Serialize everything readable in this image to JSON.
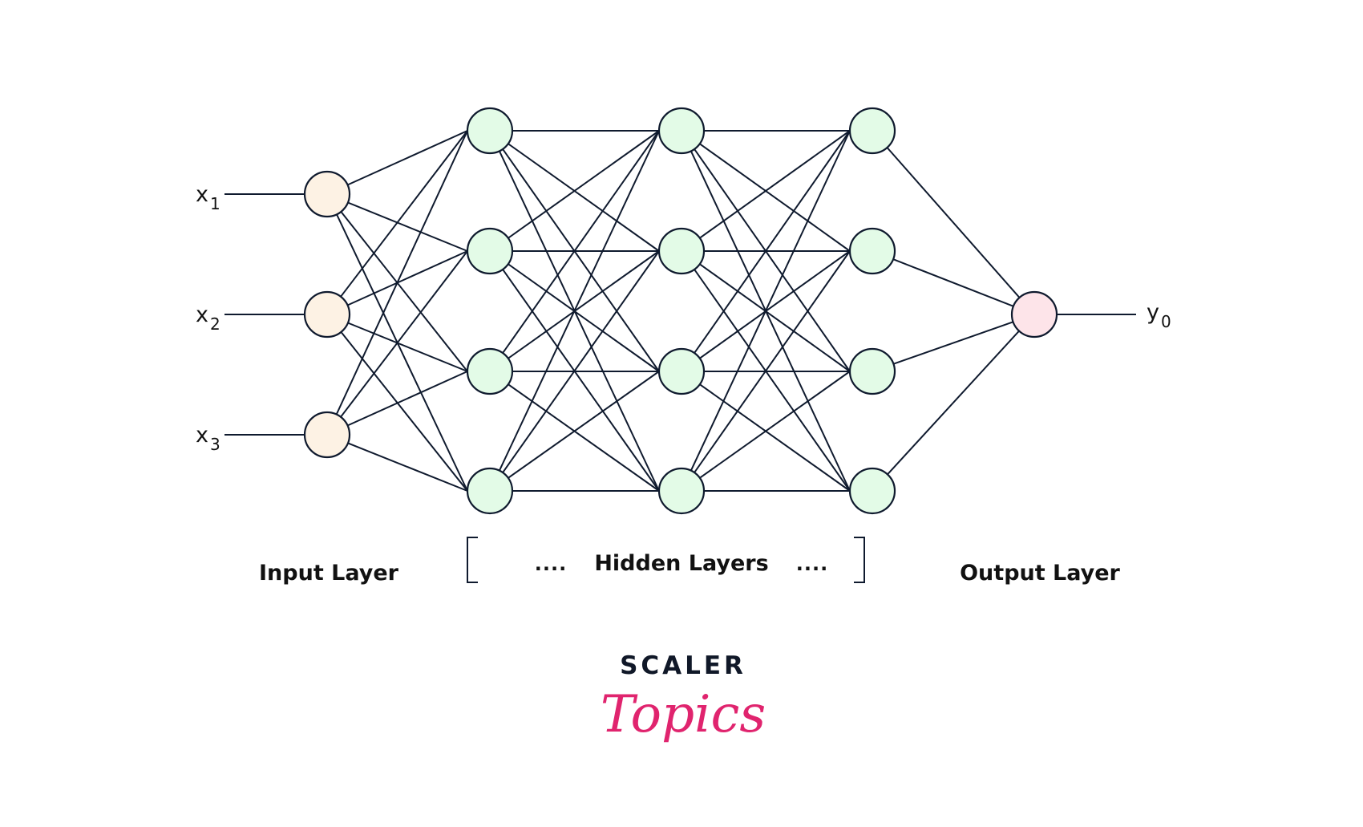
{
  "title": "Neural network architecture diagram",
  "colors": {
    "stroke": "#0f1a2e",
    "input_fill": "#fdf2e4",
    "hidden_fill": "#e3fbe7",
    "output_fill": "#fde4e9",
    "logo_dark": "#101828",
    "logo_pink": "#e0246e"
  },
  "network": {
    "input_nodes": 3,
    "hidden_layers_shown": 3,
    "hidden_nodes_per_layer": 4,
    "output_nodes": 1,
    "connectivity": "fully-connected"
  },
  "inputs": [
    {
      "base": "x",
      "sub": "1"
    },
    {
      "base": "x",
      "sub": "2"
    },
    {
      "base": "x",
      "sub": "3"
    }
  ],
  "output": {
    "base": "y",
    "sub": "0"
  },
  "labels": {
    "input_layer": "Input Layer",
    "hidden_layers": "Hidden Layers",
    "hidden_dots_left": "....",
    "hidden_dots_right": "....",
    "output_layer": "Output Layer"
  },
  "logo": {
    "top": "SCALER",
    "bottom": "Topics"
  }
}
